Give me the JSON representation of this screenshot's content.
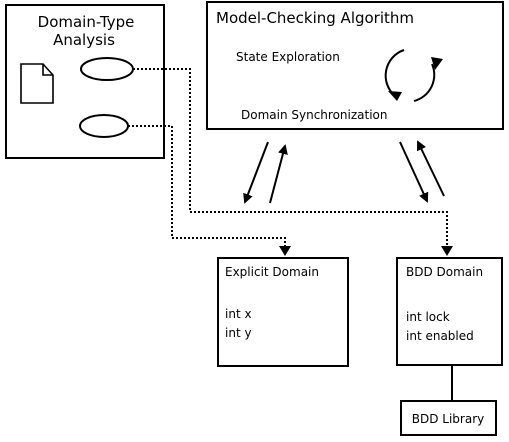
{
  "domain_type_analysis": {
    "title_line1": "Domain-Type",
    "title_line2": "Analysis",
    "document_icon": "document-icon"
  },
  "model_checking": {
    "title": "Model-Checking Algorithm",
    "state_exploration": "State Exploration",
    "domain_synchronization": "Domain Synchronization",
    "cycle_icon": "cycle-arrows-icon"
  },
  "explicit_domain": {
    "title": "Explicit Domain",
    "vars": [
      "int x",
      "int y"
    ]
  },
  "bdd_domain": {
    "title": "BDD Domain",
    "vars": [
      "int lock",
      "int enabled"
    ]
  },
  "bdd_library": {
    "title": "BDD Library"
  },
  "colors": {
    "stroke": "#000000",
    "background": "#ffffff"
  }
}
